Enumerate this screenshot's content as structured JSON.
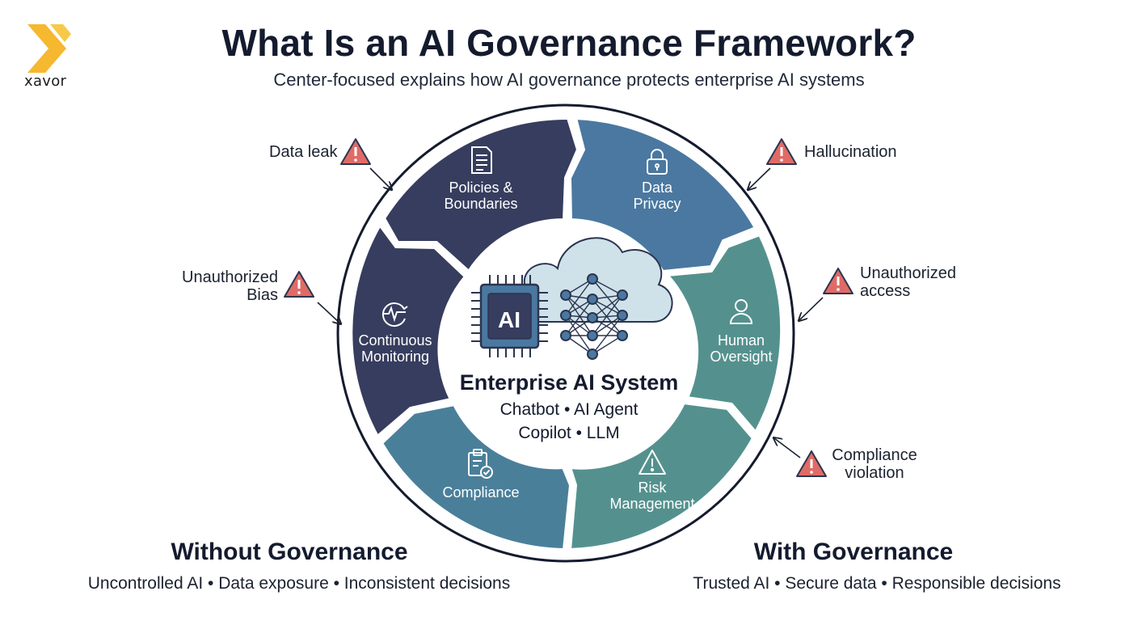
{
  "brand": {
    "name": "xavor",
    "accent": "#f5b82e"
  },
  "header": {
    "title": "What Is an AI Governance Framework?",
    "subtitle": "Center-focused explains how AI governance protects enterprise AI systems"
  },
  "ring": {
    "segments": [
      {
        "id": "policies",
        "lines": [
          "Policies &",
          "Boundaries"
        ],
        "icon": "document-icon",
        "color": "#363d5e"
      },
      {
        "id": "privacy",
        "lines": [
          "Data",
          "Privacy"
        ],
        "icon": "lock-icon",
        "color": "#4a78a0"
      },
      {
        "id": "oversight",
        "lines": [
          "Human",
          "Oversight"
        ],
        "icon": "person-icon",
        "color": "#54918e"
      },
      {
        "id": "risk",
        "lines": [
          "Risk",
          "Management"
        ],
        "icon": "warning-icon",
        "color": "#54918e"
      },
      {
        "id": "compliance",
        "lines": [
          "Compliance"
        ],
        "icon": "clipboard-check-icon",
        "color": "#4a7f9a"
      },
      {
        "id": "monitoring",
        "lines": [
          "Continuous",
          "Monitoring"
        ],
        "icon": "pulse-icon",
        "color": "#363d5e"
      }
    ]
  },
  "center": {
    "chip_label": "AI",
    "title": "Enterprise AI System",
    "line1": "Chatbot • AI Agent",
    "line2": "Copilot • LLM"
  },
  "risks": {
    "data_leak": "Data leak",
    "hallucination": "Hallucination",
    "bias_line1": "Unauthorized",
    "bias_line2": "Bias",
    "access_line1": "Unauthorized",
    "access_line2": "access",
    "violation_line1": "Compliance",
    "violation_line2": "violation"
  },
  "footer": {
    "without_title": "Without Governance",
    "without_items": "Uncontrolled AI  •  Data exposure  •  Inconsistent decisions",
    "with_title": "With Governance",
    "with_items": "Trusted AI  •  Secure data  •  Responsible decisions"
  }
}
